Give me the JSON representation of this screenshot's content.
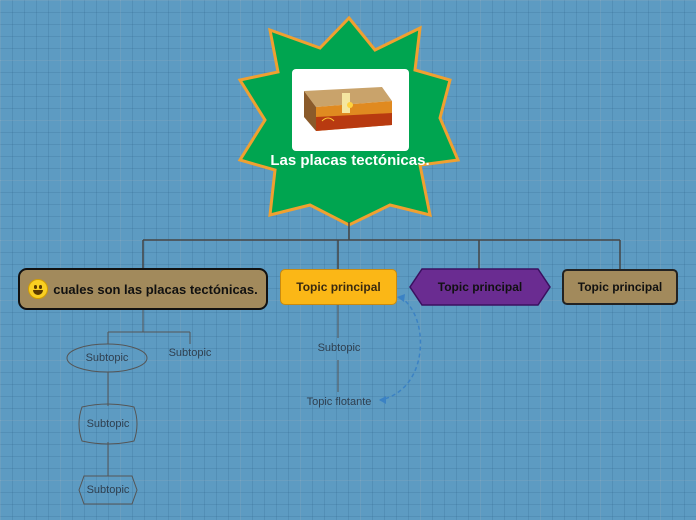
{
  "central": {
    "title": "Las placas tectónicas.",
    "image_alt": "ilustración de placas tectónicas"
  },
  "topics": [
    {
      "label": "cuales son las placas tectónicas.",
      "icon": "grinning-face-emoji",
      "color": "#a28a5c"
    },
    {
      "label": "Topic principal",
      "color": "#fbb716"
    },
    {
      "label": "Topic principal",
      "color": "#6a2c91"
    },
    {
      "label": "Topic principal",
      "color": "#a28a5c"
    }
  ],
  "subtopics": {
    "topic1": [
      "Subtopic",
      "Subtopic",
      "Subtopic",
      "Subtopic"
    ],
    "topic2": [
      "Subtopic",
      "Topic flotante"
    ]
  },
  "colors": {
    "central_fill": "#00a550",
    "central_stroke": "#f0a030",
    "connector": "#444444",
    "float_link": "#3b82c4"
  }
}
